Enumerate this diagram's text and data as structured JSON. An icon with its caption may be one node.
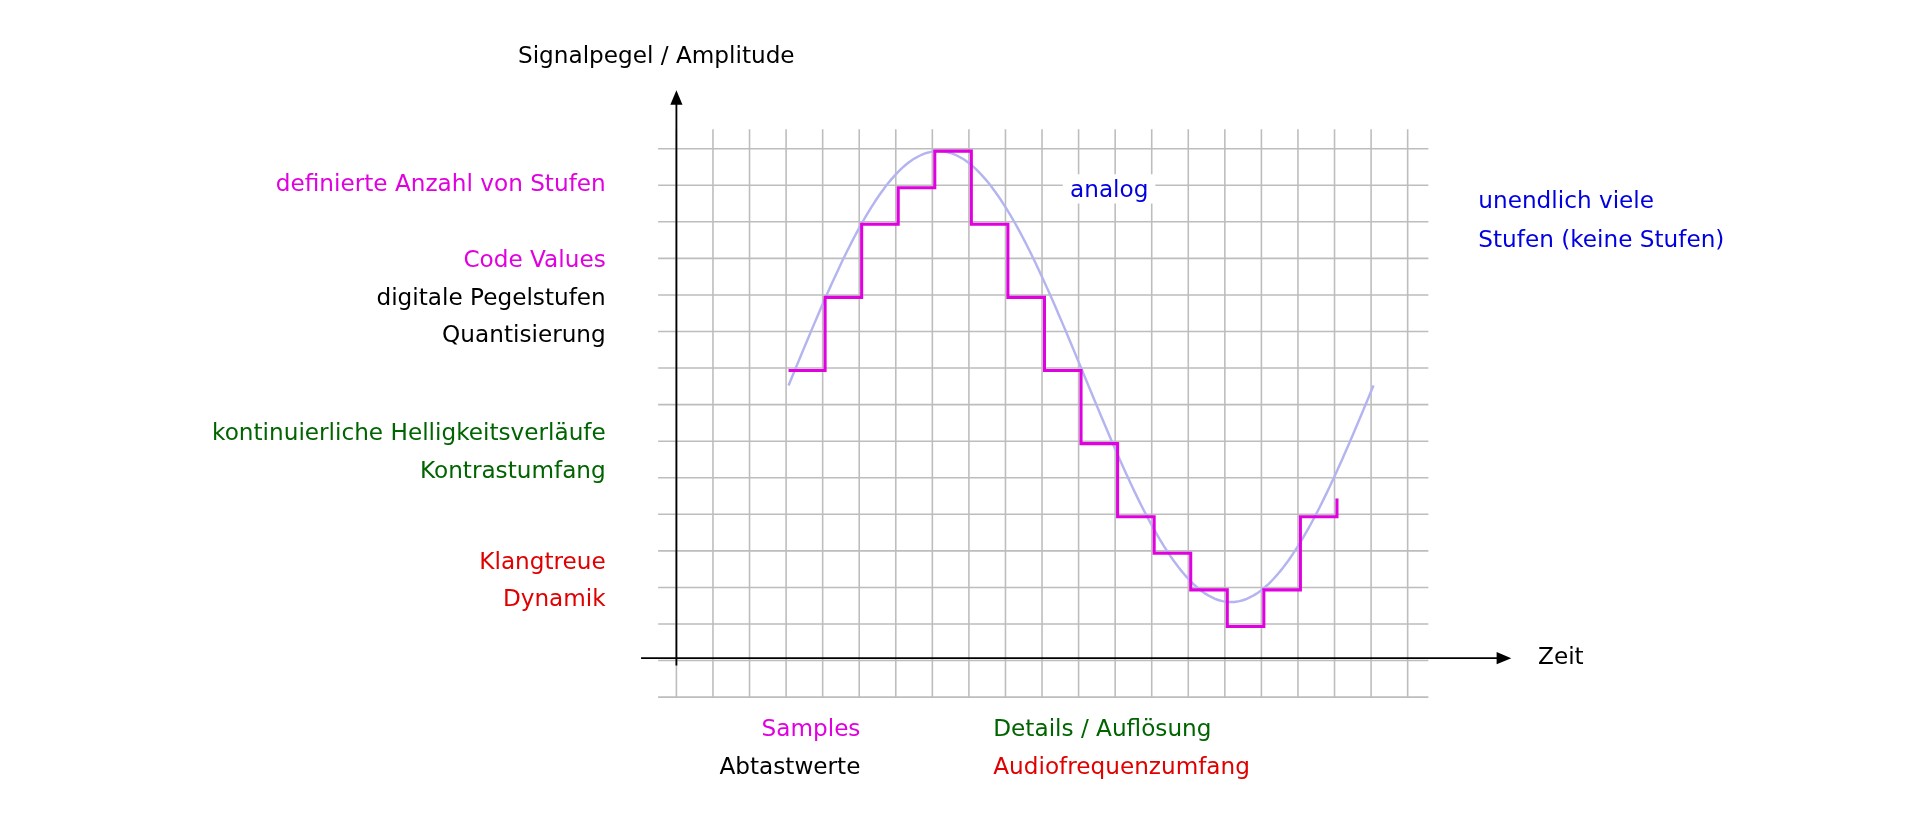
{
  "diagram": {
    "labels": [
      "Signalpegel / Amplitude",
      "definierte Anzahl von Stufen",
      "analog",
      "unendlich viele Stufen (keine Stufen)",
      "Code Values",
      "digitale Pegelstufen",
      "Quantisierung",
      "kontinuierliche Helligkeitsverläufe",
      "Kontrastumfang",
      "Klangtreue",
      "Dynamik",
      "Zeit",
      "Samples",
      "Details / Auflösung",
      "Abtastwerte",
      "Audiofrequenzumfang"
    ]
  }
}
